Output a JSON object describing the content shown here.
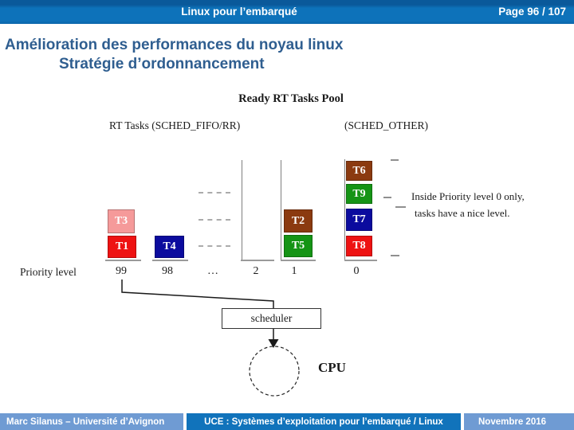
{
  "header": {
    "title": "Linux pour l’embarqué",
    "page_indicator": "Page 96 / 107",
    "bar_color": "#0d72ba"
  },
  "slide_title": {
    "line1": "Amélioration des performances du noyau linux",
    "line2": "Stratégie d’ordonnancement",
    "color": "#2f5e90"
  },
  "diagram": {
    "pool_title": "Ready RT Tasks Pool",
    "rt_tasks_label": "RT Tasks (SCHED_FIFO/RR)",
    "sched_other_label": "(SCHED_OTHER)",
    "note": {
      "line1": "Inside Priority level 0 only,",
      "line2": "tasks have a nice level."
    },
    "priority_axis_label": "Priority level",
    "levels": [
      "99",
      "98",
      "…",
      "2",
      "1",
      "0"
    ],
    "tasks": {
      "t1": {
        "label": "T1",
        "color": "#ee1212"
      },
      "t2": {
        "label": "T2",
        "color": "#8b3a10"
      },
      "t3": {
        "label": "T3",
        "color": "#f59a9a"
      },
      "t4": {
        "label": "T4",
        "color": "#0b0b9e"
      },
      "t5": {
        "label": "T5",
        "color": "#159415"
      },
      "t6": {
        "label": "T6",
        "color": "#8b3a10"
      },
      "t7": {
        "label": "T7",
        "color": "#0b0b9e"
      },
      "t8": {
        "label": "T8",
        "color": "#ee1212"
      },
      "t9": {
        "label": "T9",
        "color": "#159415"
      }
    },
    "scheduler_label": "scheduler",
    "cpu_label": "CPU"
  },
  "footer": {
    "left": "Marc Silanus – Université d’Avignon",
    "center": "UCE : Systèmes d’exploitation pour l’embarqué / Linux",
    "right": "Novembre 2016",
    "light_color": "#6f9bd3",
    "dark_color": "#1173bb"
  }
}
